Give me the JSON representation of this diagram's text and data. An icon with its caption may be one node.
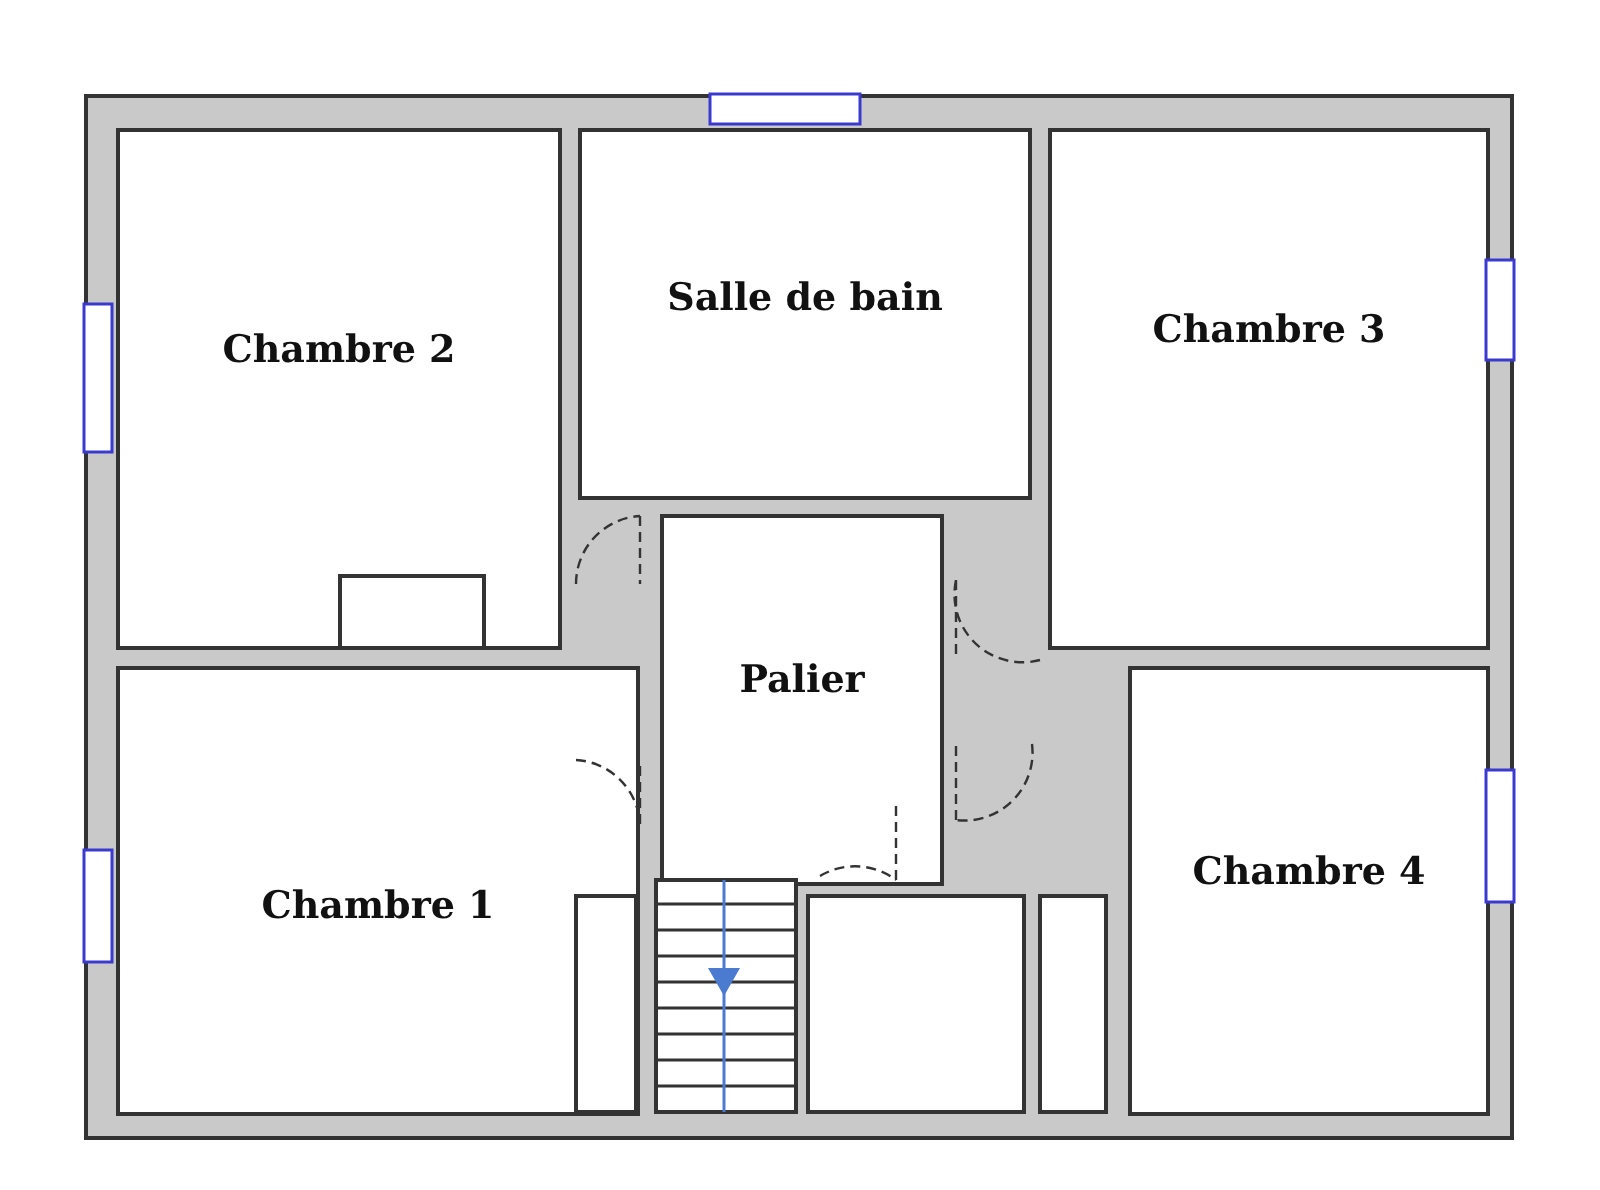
{
  "diagram": {
    "nodes": [
      {
        "text": [
          "Salle de bain"
        ]
      },
      {
        "text": [
          "Chambre 2"
        ]
      },
      {
        "text": [
          "Chambre 3"
        ]
      },
      {
        "text": [
          "Palier"
        ]
      },
      {
        "text": [
          "Chambre 4"
        ]
      },
      {
        "text": [
          "Chambre 1"
        ]
      }
    ],
    "edges": []
  }
}
